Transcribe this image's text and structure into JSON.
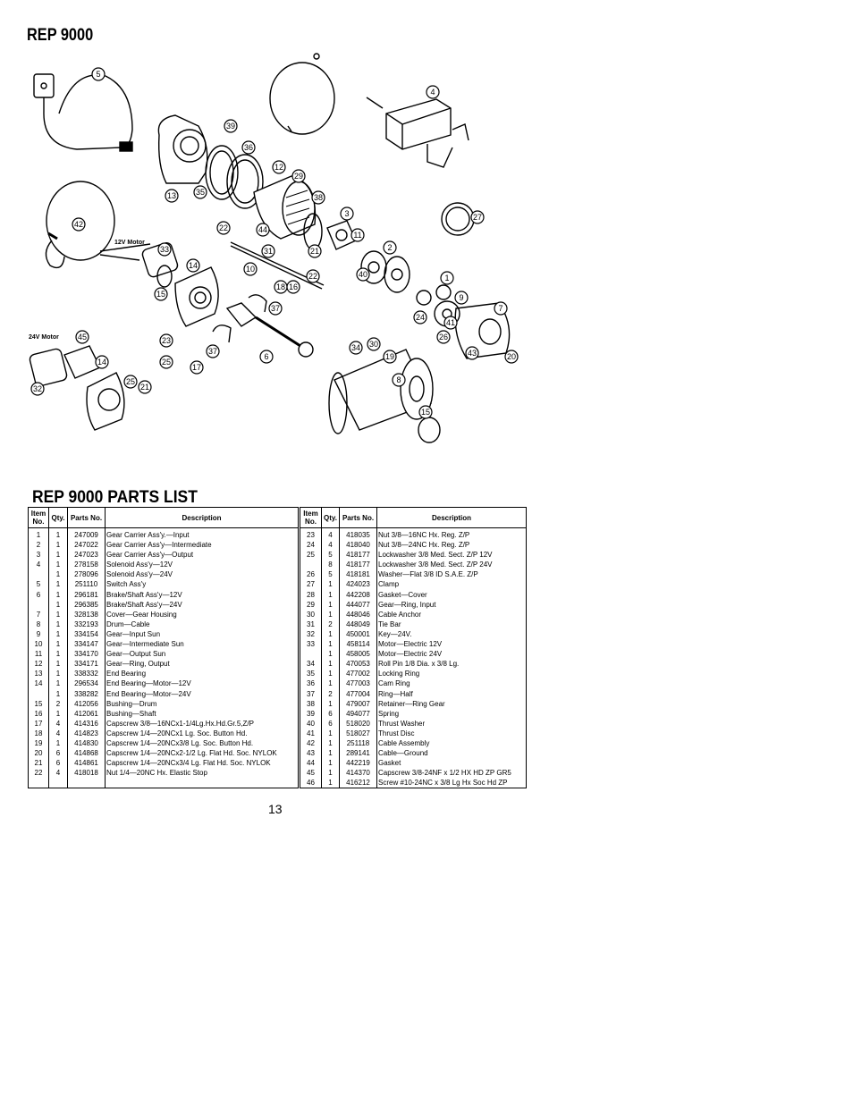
{
  "page_title": "REP 9000",
  "parts_title": "REP 9000 PARTS LIST",
  "page_number": "13",
  "diagram": {
    "label_12v": "12V Motor",
    "label_24v": "24V Motor",
    "callouts": [
      "5",
      "39",
      "36",
      "13",
      "35",
      "12",
      "29",
      "38",
      "3",
      "11",
      "4",
      "27",
      "42",
      "22",
      "44",
      "31",
      "21",
      "2",
      "40",
      "33",
      "14",
      "10",
      "18",
      "16",
      "1",
      "9",
      "15",
      "22",
      "7",
      "37",
      "41",
      "26",
      "43",
      "20",
      "24",
      "6",
      "23",
      "25",
      "17",
      "37",
      "34",
      "30",
      "19",
      "8",
      "45",
      "14",
      "25",
      "21",
      "32",
      "15"
    ]
  },
  "table": {
    "headers": [
      "Item No.",
      "Qty.",
      "Parts No.",
      "Description",
      "Item No.",
      "Qty.",
      "Parts No.",
      "Description"
    ],
    "rows": [
      [
        "1",
        "1",
        "247009",
        "Gear Carrier Ass'y.—Input",
        "23",
        "4",
        "418035",
        "Nut 3/8—16NC Hx. Reg. Z/P"
      ],
      [
        "2",
        "1",
        "247022",
        "Gear Carrier Ass'y—Intermediate",
        "24",
        "4",
        "418040",
        "Nut 3/8—24NC Hx. Reg. Z/P"
      ],
      [
        "3",
        "1",
        "247023",
        "Gear Carrier Ass'y—Output",
        "25",
        "5",
        "418177",
        "Lockwasher 3/8 Med. Sect. Z/P 12V"
      ],
      [
        "4",
        "1",
        "278158",
        "Solenoid Ass'y—12V",
        "",
        "8",
        "418177",
        "Lockwasher 3/8 Med. Sect. Z/P 24V"
      ],
      [
        "",
        "1",
        "278096",
        "Solenoid Ass'y—24V",
        "26",
        "5",
        "418181",
        "Washer—Flat 3/8 ID S.A.E. Z/P"
      ],
      [
        "5",
        "1",
        "251110",
        "Switch Ass'y",
        "27",
        "1",
        "424023",
        "Clamp"
      ],
      [
        "6",
        "1",
        "296181",
        "Brake/Shaft Ass'y—12V",
        "28",
        "1",
        "442208",
        "Gasket—Cover"
      ],
      [
        "",
        "1",
        "296385",
        "Brake/Shaft Ass'y—24V",
        "29",
        "1",
        "444077",
        "Gear—Ring, Input"
      ],
      [
        "7",
        "1",
        "328138",
        "Cover—Gear Housing",
        "30",
        "1",
        "448046",
        "Cable Anchor"
      ],
      [
        "8",
        "1",
        "332193",
        "Drum—Cable",
        "31",
        "2",
        "448049",
        "Tie Bar"
      ],
      [
        "9",
        "1",
        "334154",
        "Gear—Input Sun",
        "32",
        "1",
        "450001",
        "Key—24V."
      ],
      [
        "10",
        "1",
        "334147",
        "Gear—Intermediate Sun",
        "33",
        "1",
        "458114",
        "Motor—Electric 12V"
      ],
      [
        "11",
        "1",
        "334170",
        "Gear—Output Sun",
        "",
        "1",
        "458005",
        "Motor—Electric 24V"
      ],
      [
        "12",
        "1",
        "334171",
        "Gear—Ring, Output",
        "34",
        "1",
        "470053",
        "Roll Pin 1/8 Dia. x 3/8 Lg."
      ],
      [
        "13",
        "1",
        "338332",
        "End Bearing",
        "35",
        "1",
        "477002",
        "Locking Ring"
      ],
      [
        "14",
        "1",
        "296534",
        "End Bearing—Motor—12V",
        "36",
        "1",
        "477003",
        "Cam Ring"
      ],
      [
        "",
        "1",
        "338282",
        "End Bearing—Motor—24V",
        "37",
        "2",
        "477004",
        "Ring—Half"
      ],
      [
        "15",
        "2",
        "412056",
        "Bushing—Drum",
        "38",
        "1",
        "479007",
        "Retainer—Ring Gear"
      ],
      [
        "16",
        "1",
        "412061",
        "Bushing—Shaft",
        "39",
        "6",
        "494077",
        "Spring"
      ],
      [
        "17",
        "4",
        "414316",
        "Capscrew 3/8—16NCx1-1/4Lg.Hx.Hd.Gr.5,Z/P",
        "40",
        "6",
        "518020",
        "Thrust Washer"
      ],
      [
        "18",
        "4",
        "414823",
        "Capscrew 1/4—20NCx1 Lg. Soc. Button Hd.",
        "41",
        "1",
        "518027",
        "Thrust Disc"
      ],
      [
        "19",
        "1",
        "414830",
        "Capscrew 1/4—20NCx3/8 Lg. Soc. Button Hd.",
        "42",
        "1",
        "251118",
        "Cable Assembly"
      ],
      [
        "20",
        "6",
        "414868",
        "Capscrew 1/4—20NCx2-1/2 Lg. Flat Hd. Soc. NYLOK",
        "43",
        "1",
        "289141",
        "Cable—Ground"
      ],
      [
        "21",
        "6",
        "414861",
        "Capscrew 1/4—20NCx3/4 Lg. Flat Hd. Soc. NYLOK",
        "44",
        "1",
        "442219",
        "Gasket"
      ],
      [
        "22",
        "4",
        "418018",
        "Nut 1/4—20NC Hx. Elastic Stop",
        "45",
        "1",
        "414370",
        "Capscrew 3/8-24NF x 1/2 HX HD ZP GR5"
      ],
      [
        "",
        "",
        "",
        "",
        "46",
        "1",
        "416212",
        "Screw #10-24NC x 3/8 Lg Hx Soc Hd ZP"
      ]
    ]
  }
}
